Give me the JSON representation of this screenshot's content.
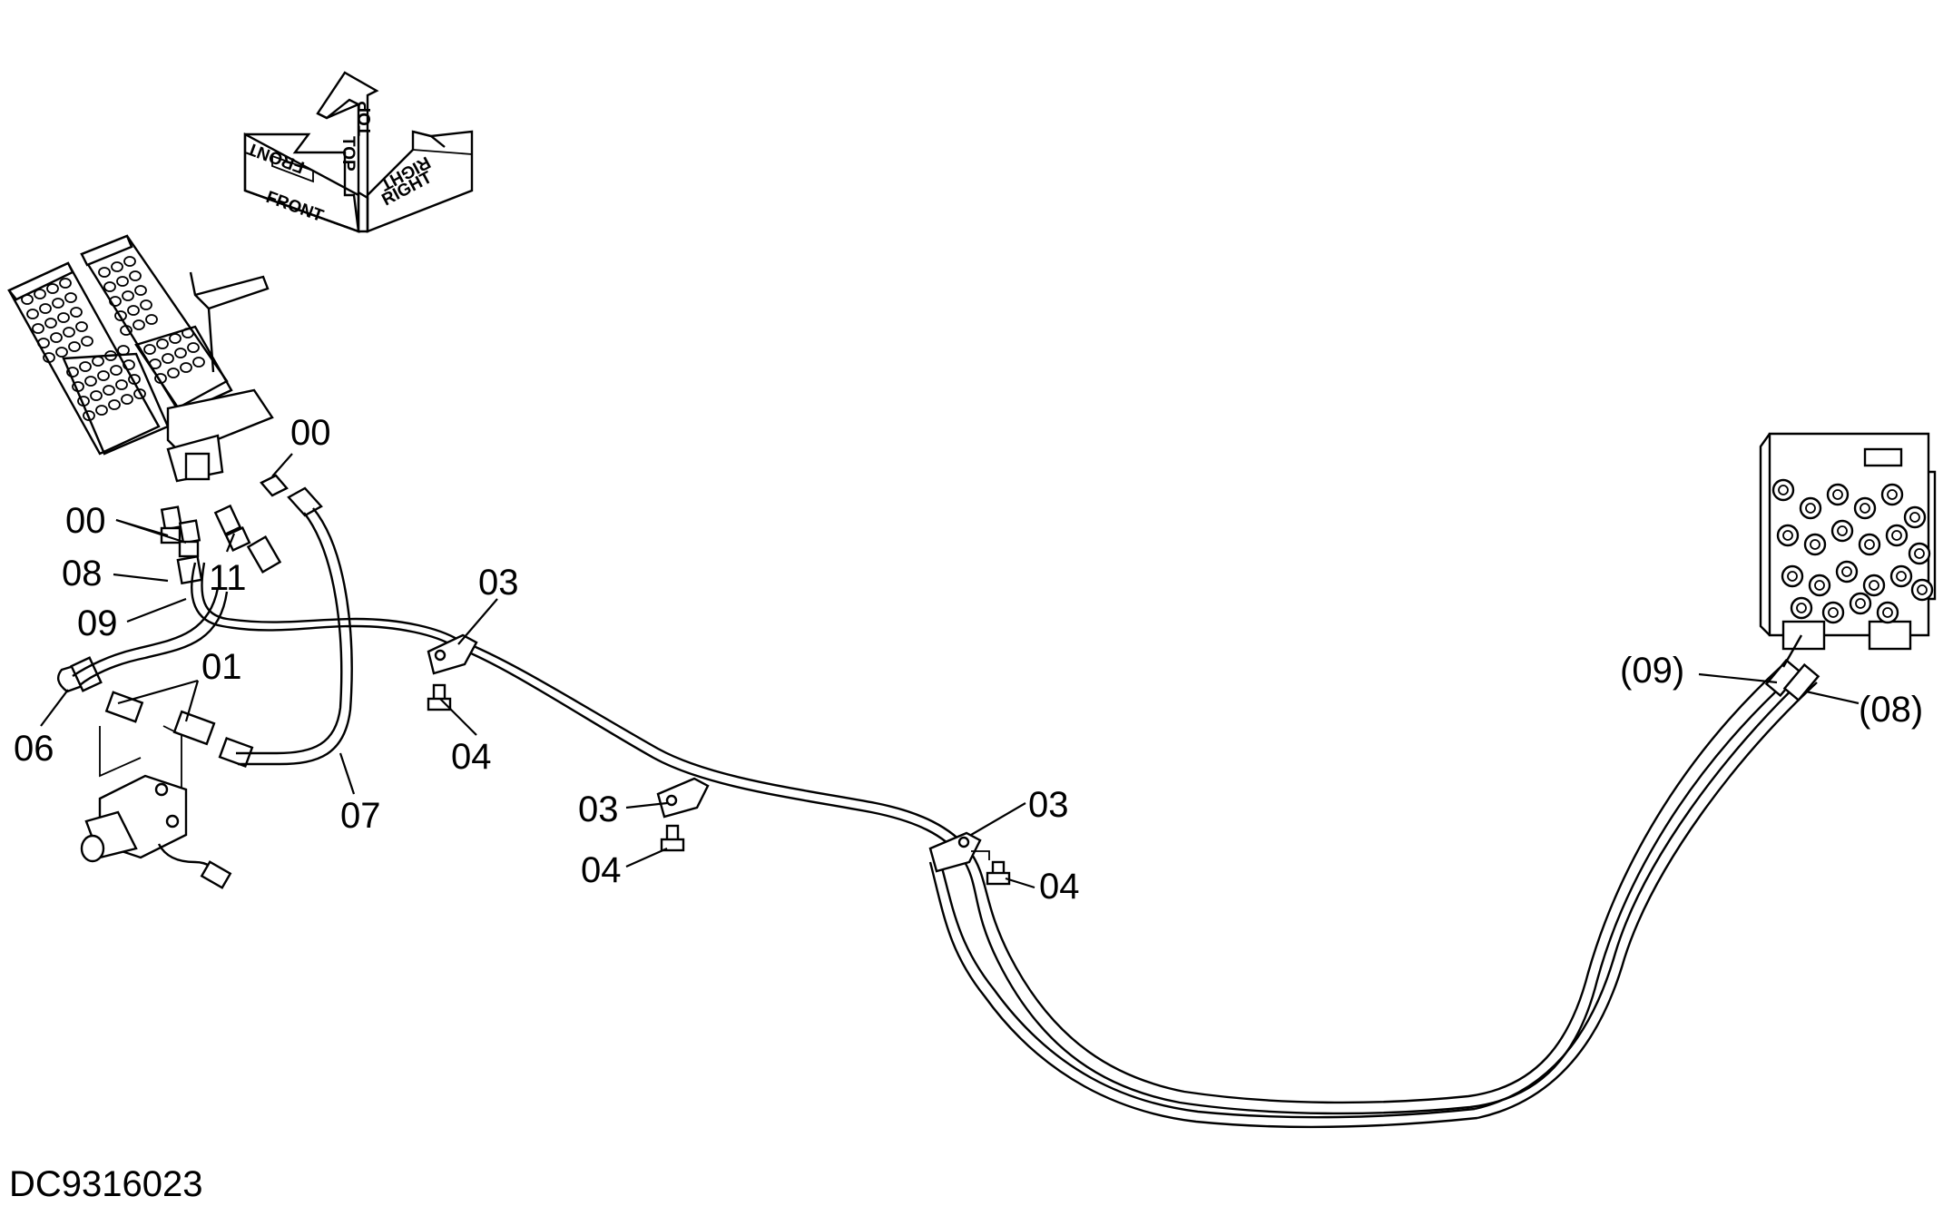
{
  "drawing": {
    "id": "DC9316023",
    "orientation": {
      "front": "FRONT",
      "top": "TOP",
      "right": "RIGHT"
    },
    "labels": {
      "l00_top": "00",
      "l00_left": "00",
      "l11": "11",
      "l08": "08",
      "l09": "09",
      "l01": "01",
      "l06": "06",
      "l07": "07",
      "l03_a": "03",
      "l04_a": "04",
      "l03_b": "03",
      "l04_b": "04",
      "l03_c": "03",
      "l04_c": "04",
      "l09_ref": "(09)",
      "l08_ref": "(08)"
    }
  },
  "colors": {
    "ink": "#000000",
    "paper": "#ffffff"
  }
}
